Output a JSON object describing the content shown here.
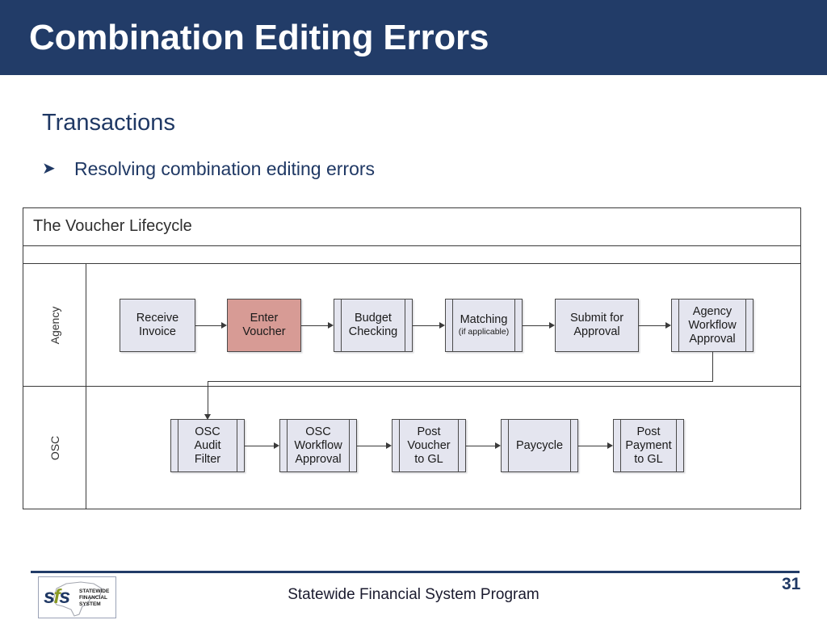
{
  "slide": {
    "title": "Combination Editing Errors",
    "subhead": "Transactions",
    "bullet_marker": "➤",
    "bullet_text": "Resolving combination editing errors",
    "banner_color": "#223c68",
    "text_color": "#1f3864"
  },
  "diagram": {
    "title": "The Voucher Lifecycle",
    "highlight_color": "#d79b95",
    "node_color": "#e4e5ef",
    "border_color": "#4a4a4a",
    "lanes": [
      {
        "label": "Agency",
        "nodes": [
          {
            "id": "receive-invoice",
            "label": "Receive\nInvoice",
            "style": "plain",
            "highlight": false
          },
          {
            "id": "enter-voucher",
            "label": "Enter\nVoucher",
            "style": "plain",
            "highlight": true
          },
          {
            "id": "budget-checking",
            "label": "Budget\nChecking",
            "style": "subprocess",
            "highlight": false
          },
          {
            "id": "matching",
            "label": "Matching",
            "sub": "(if applicable)",
            "style": "subprocess",
            "highlight": false
          },
          {
            "id": "submit-approval",
            "label": "Submit for\nApproval",
            "style": "plain",
            "highlight": false
          },
          {
            "id": "agency-workflow",
            "label": "Agency\nWorkflow\nApproval",
            "style": "subprocess",
            "highlight": false
          }
        ]
      },
      {
        "label": "OSC",
        "nodes": [
          {
            "id": "osc-audit-filter",
            "label": "OSC\nAudit\nFilter",
            "style": "subprocess",
            "highlight": false
          },
          {
            "id": "osc-workflow",
            "label": "OSC\nWorkflow\nApproval",
            "style": "subprocess",
            "highlight": false
          },
          {
            "id": "post-voucher-gl",
            "label": "Post\nVoucher\nto GL",
            "style": "subprocess",
            "highlight": false
          },
          {
            "id": "paycycle",
            "label": "Paycycle",
            "style": "subprocess",
            "highlight": false
          },
          {
            "id": "post-payment-gl",
            "label": "Post\nPayment\nto GL",
            "style": "subprocess",
            "highlight": false
          }
        ]
      }
    ]
  },
  "footer": {
    "center_text": "Statewide Financial System Program",
    "page_number": "31",
    "logo": {
      "mark_s1": "s",
      "mark_f": "f",
      "mark_s2": "s",
      "line1": "STATEWIDE",
      "line2": "FINANCIAL",
      "line3": "SYSTEM"
    }
  }
}
